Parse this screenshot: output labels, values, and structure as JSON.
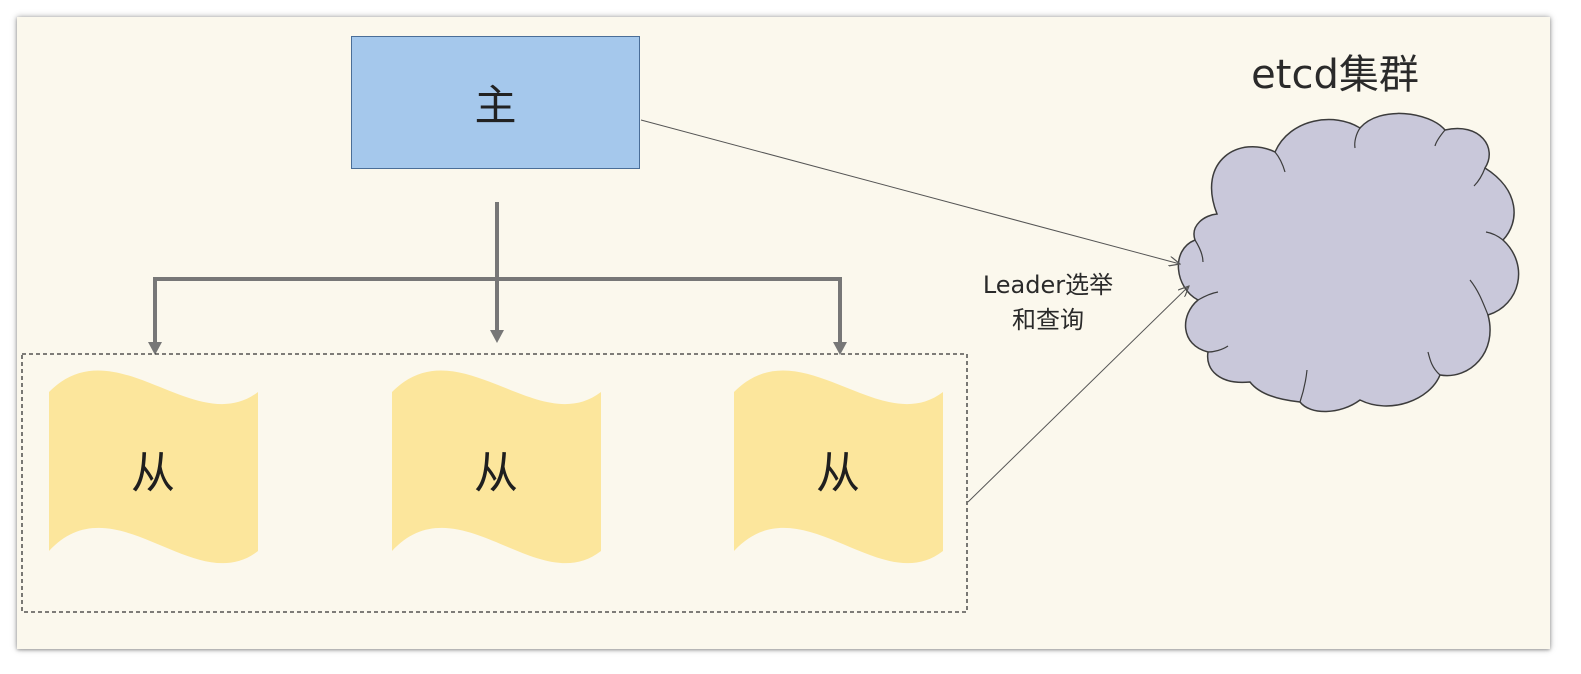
{
  "master": {
    "label": "主"
  },
  "slaves": [
    {
      "label": "从"
    },
    {
      "label": "从"
    },
    {
      "label": "从"
    }
  ],
  "cluster": {
    "title": "etcd集群"
  },
  "edge_label": {
    "line1": "Leader选举",
    "line2": "和查询"
  },
  "colors": {
    "background": "#fbf8ed",
    "master_fill": "#a5c8ec",
    "slave_fill": "#fce69c",
    "cloud_fill": "#c9c8da",
    "connector": "#777777"
  }
}
